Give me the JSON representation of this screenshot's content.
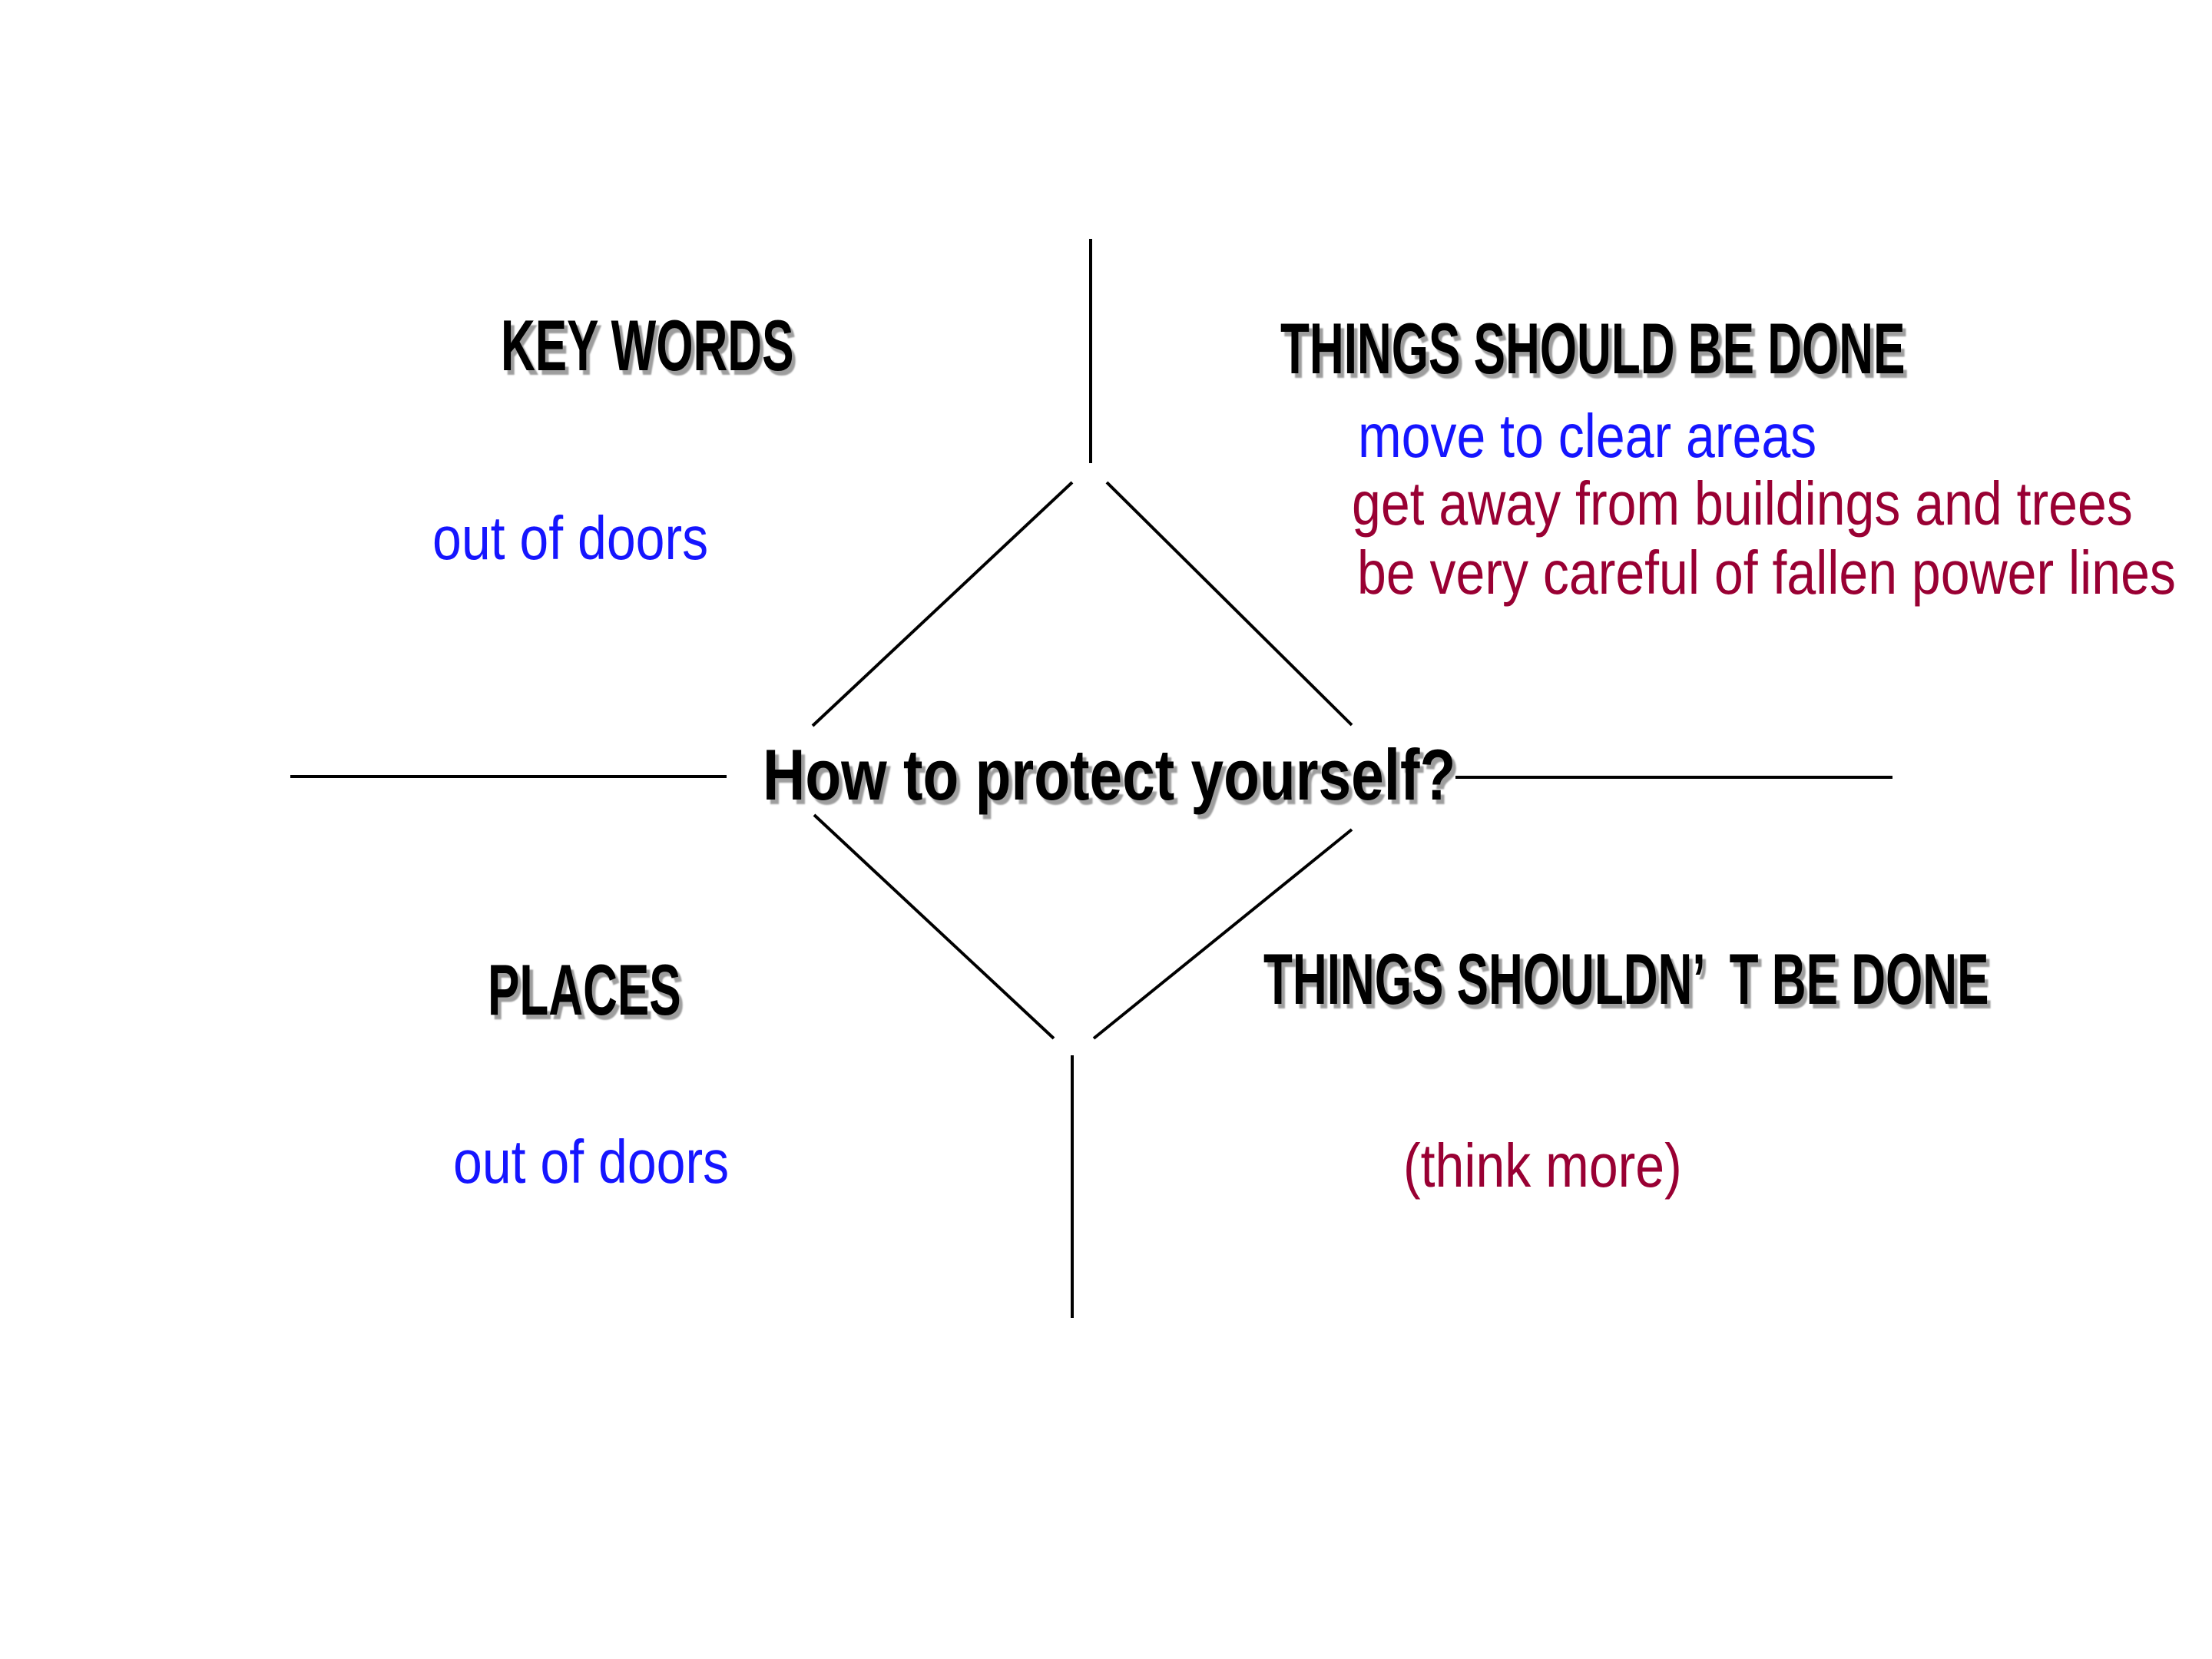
{
  "page": {
    "background": "#ffffff",
    "description": "Mind-map slide: How to protect yourself?"
  },
  "colors": {
    "text_black": "#000000",
    "shadow_gray": "#9e9e9e",
    "keyword_blue": "#1515ff",
    "warning_maroon": "#990033",
    "line_black": "#000000"
  },
  "center": {
    "title": "How to protect yourself?"
  },
  "quadrants": {
    "top_left": {
      "heading": "KEY WORDS",
      "item": {
        "text": "out of doors",
        "color": "#1515ff"
      }
    },
    "top_right": {
      "heading": "THINGS SHOULD BE DONE",
      "items": [
        {
          "text": "move to clear areas",
          "color": "#1515ff"
        },
        {
          "text": "get away from buildings and trees",
          "color": "#990033"
        },
        {
          "text": "be very careful of fallen power lines",
          "color": "#990033"
        }
      ]
    },
    "bottom_left": {
      "heading": "PLACES",
      "item": {
        "text": "out of doors",
        "color": "#1515ff"
      }
    },
    "bottom_right": {
      "heading": "THINGS SHOULDN’  T BE DONE",
      "item": {
        "text": "(think more)",
        "color": "#990033"
      }
    }
  }
}
